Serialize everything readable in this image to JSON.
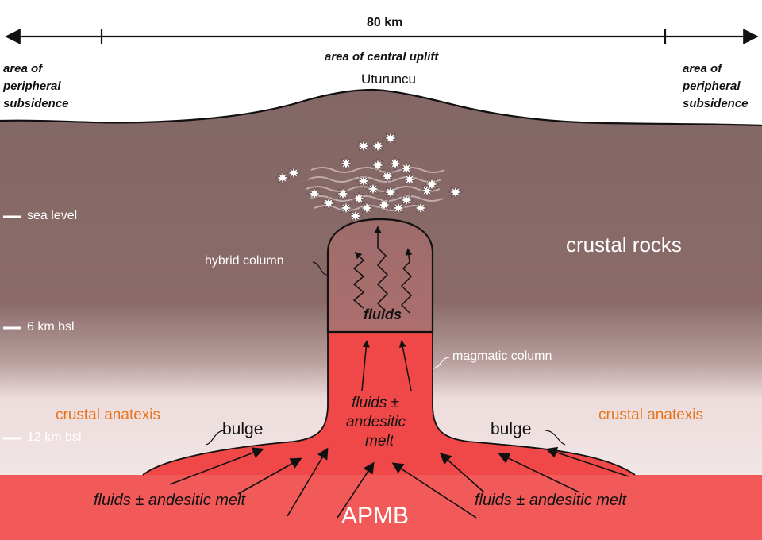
{
  "scale_label": "80 km",
  "uplift_label": "area of central uplift",
  "volcano_name": "Uturuncu",
  "peripheral_left": [
    "area of",
    "peripheral",
    "subsidence"
  ],
  "peripheral_right": [
    "area of",
    "peripheral",
    "subsidence"
  ],
  "depth_labels": [
    "sea level",
    "6 km bsl",
    "12 km bsl"
  ],
  "crustal_rocks": "crustal rocks",
  "hybrid_column": "hybrid column",
  "fluids": "fluids",
  "magmatic_column": "magmatic column",
  "column_melt": [
    "fluids ±",
    "andesitic",
    "melt"
  ],
  "crustal_anatexis_left": "crustal anatexis",
  "crustal_anatexis_right": "crustal anatexis",
  "bulge_left": "bulge",
  "bulge_right": "bulge",
  "basal_melt_left": "fluids ± andesitic melt",
  "basal_melt_right": "fluids ± andesitic melt",
  "apmb": "APMB",
  "colors": {
    "crust": "#8a6a69",
    "anatexis": "#f0e2e2",
    "magma": "#f04a4a",
    "apmb": "#f25a5a",
    "hybrid": "#a5706f",
    "anatexis_text": "#e8741c"
  }
}
